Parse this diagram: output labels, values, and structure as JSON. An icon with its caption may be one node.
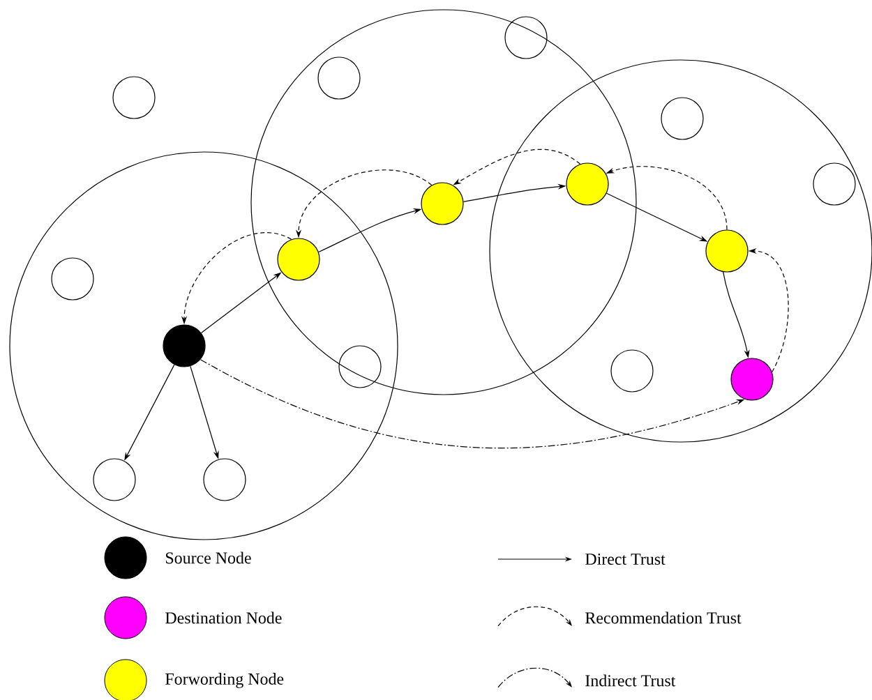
{
  "diagram": {
    "nodes": [
      {
        "text": [],
        "shape": "circle"
      },
      {
        "text": [],
        "shape": "circle"
      },
      {
        "text": [],
        "shape": "circle"
      },
      {
        "text": [],
        "shape": "circle"
      },
      {
        "text": [],
        "shape": "circle"
      },
      {
        "text": [],
        "shape": "circle"
      },
      {
        "text": [],
        "shape": "circle"
      },
      {
        "text": [],
        "shape": "circle"
      },
      {
        "text": [],
        "shape": "circle"
      },
      {
        "text": [],
        "shape": "circle"
      },
      {
        "text": [],
        "shape": "circle"
      },
      {
        "text": [],
        "shape": "circle"
      },
      {
        "text": [],
        "shape": "circle"
      },
      {
        "text": [],
        "shape": "circle"
      },
      {
        "text": [],
        "shape": "circle"
      },
      {
        "text": [],
        "shape": "circle"
      }
    ],
    "edges": [
      {
        "from": 10,
        "to": 8,
        "arrow": "to"
      },
      {
        "from": 8,
        "to": 6,
        "arrow": "to"
      },
      {
        "from": 6,
        "to": 4,
        "arrow": "to"
      },
      {
        "from": 4,
        "to": 7,
        "arrow": "to"
      },
      {
        "from": 7,
        "to": 13,
        "arrow": "to"
      },
      {
        "from": 10,
        "to": 14,
        "arrow": "to"
      },
      {
        "from": 10,
        "to": 15,
        "arrow": "to"
      },
      {
        "from": 8,
        "to": 10,
        "arrow": "to",
        "style": "dashed"
      },
      {
        "from": 6,
        "to": 8,
        "arrow": "to",
        "style": "dashed"
      },
      {
        "from": 4,
        "to": 6,
        "arrow": "to",
        "style": "dashed"
      },
      {
        "from": 7,
        "to": 4,
        "arrow": "to",
        "style": "dashed"
      },
      {
        "from": 13,
        "to": 7,
        "arrow": "to",
        "style": "dashed"
      },
      {
        "from": 10,
        "to": 13,
        "arrow": "to",
        "style": "dashed"
      }
    ],
    "legend": [
      {
        "text": "Source Node",
        "color": "#000000"
      },
      {
        "text": "Destination Node",
        "color": "#ff00ff"
      },
      {
        "text": "Forwording Node",
        "color": "#ffff00"
      },
      {
        "text": "Direct Trust"
      },
      {
        "text": "Recommendation Trust"
      },
      {
        "text": "Indirect Trust"
      }
    ]
  }
}
